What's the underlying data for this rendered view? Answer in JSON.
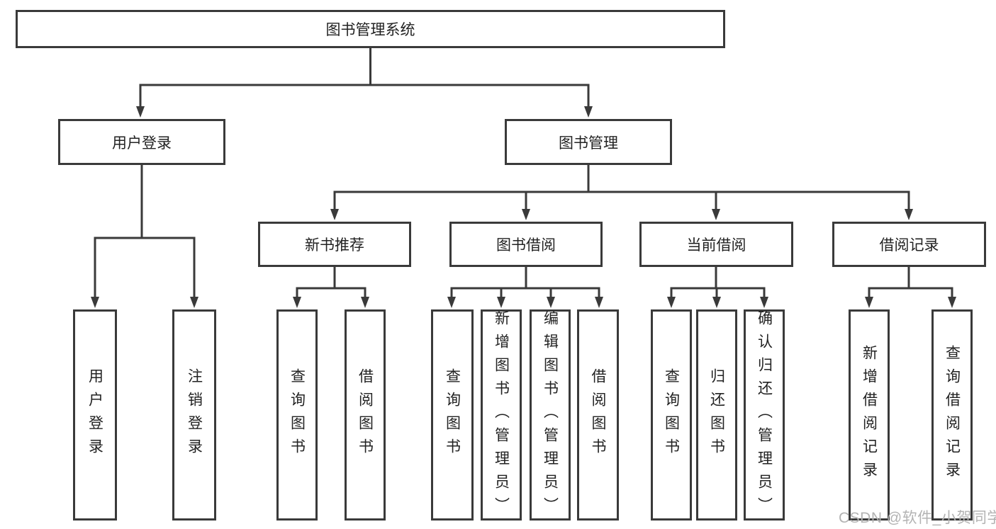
{
  "tree": {
    "label": "图书管理系统",
    "children": [
      {
        "label": "用户登录",
        "children": [
          {
            "label": "用户登录"
          },
          {
            "label": "注销登录"
          }
        ]
      },
      {
        "label": "图书管理",
        "children": [
          {
            "label": "新书推荐",
            "children": [
              {
                "label": "查询图书"
              },
              {
                "label": "借阅图书"
              }
            ]
          },
          {
            "label": "图书借阅",
            "children": [
              {
                "label": "查询图书"
              },
              {
                "label": "新增图书（管理员）"
              },
              {
                "label": "编辑图书（管理员）"
              },
              {
                "label": "借阅图书"
              }
            ]
          },
          {
            "label": "当前借阅",
            "children": [
              {
                "label": "查询图书"
              },
              {
                "label": "归还图书"
              },
              {
                "label": "确认归还（管理员）"
              }
            ]
          },
          {
            "label": "借阅记录",
            "children": [
              {
                "label": "新增借阅记录"
              },
              {
                "label": "查询借阅记录"
              }
            ]
          }
        ]
      }
    ]
  },
  "watermark": {
    "text": "CSDN @软件_小贺同学"
  },
  "colors": {
    "line": "#3a3a3a",
    "border": "#3a3a3a",
    "text": "#222222",
    "watermark": "#b3b3b3",
    "bg": "#ffffff"
  }
}
